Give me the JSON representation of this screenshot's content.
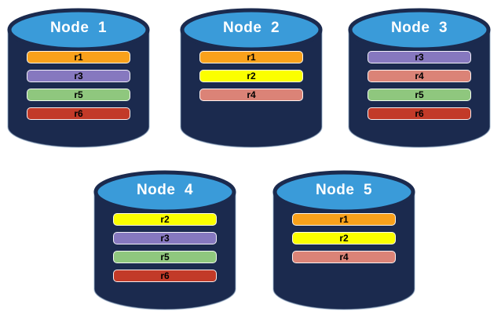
{
  "nodes": [
    {
      "id": "node-1",
      "label": "Node  1",
      "replicas": [
        "r1",
        "r3",
        "r5",
        "r6"
      ]
    },
    {
      "id": "node-2",
      "label": "Node  2",
      "replicas": [
        "r1",
        "r2",
        "r4"
      ]
    },
    {
      "id": "node-3",
      "label": "Node  3",
      "replicas": [
        "r3",
        "r4",
        "r5",
        "r6"
      ]
    },
    {
      "id": "node-4",
      "label": "Node  4",
      "replicas": [
        "r2",
        "r3",
        "r5",
        "r6"
      ]
    },
    {
      "id": "node-5",
      "label": "Node  5",
      "replicas": [
        "r1",
        "r2",
        "r4"
      ]
    }
  ],
  "replica_colors": {
    "r1": "#F9A11B",
    "r2": "#FBFF00",
    "r3": "#8678BF",
    "r4": "#DB8377",
    "r5": "#8FC77E",
    "r6": "#C23A28"
  },
  "cylinder_colors": {
    "body": "#1B2A4E",
    "top": "#3A9BD9",
    "outline": "#8FA9C4"
  }
}
